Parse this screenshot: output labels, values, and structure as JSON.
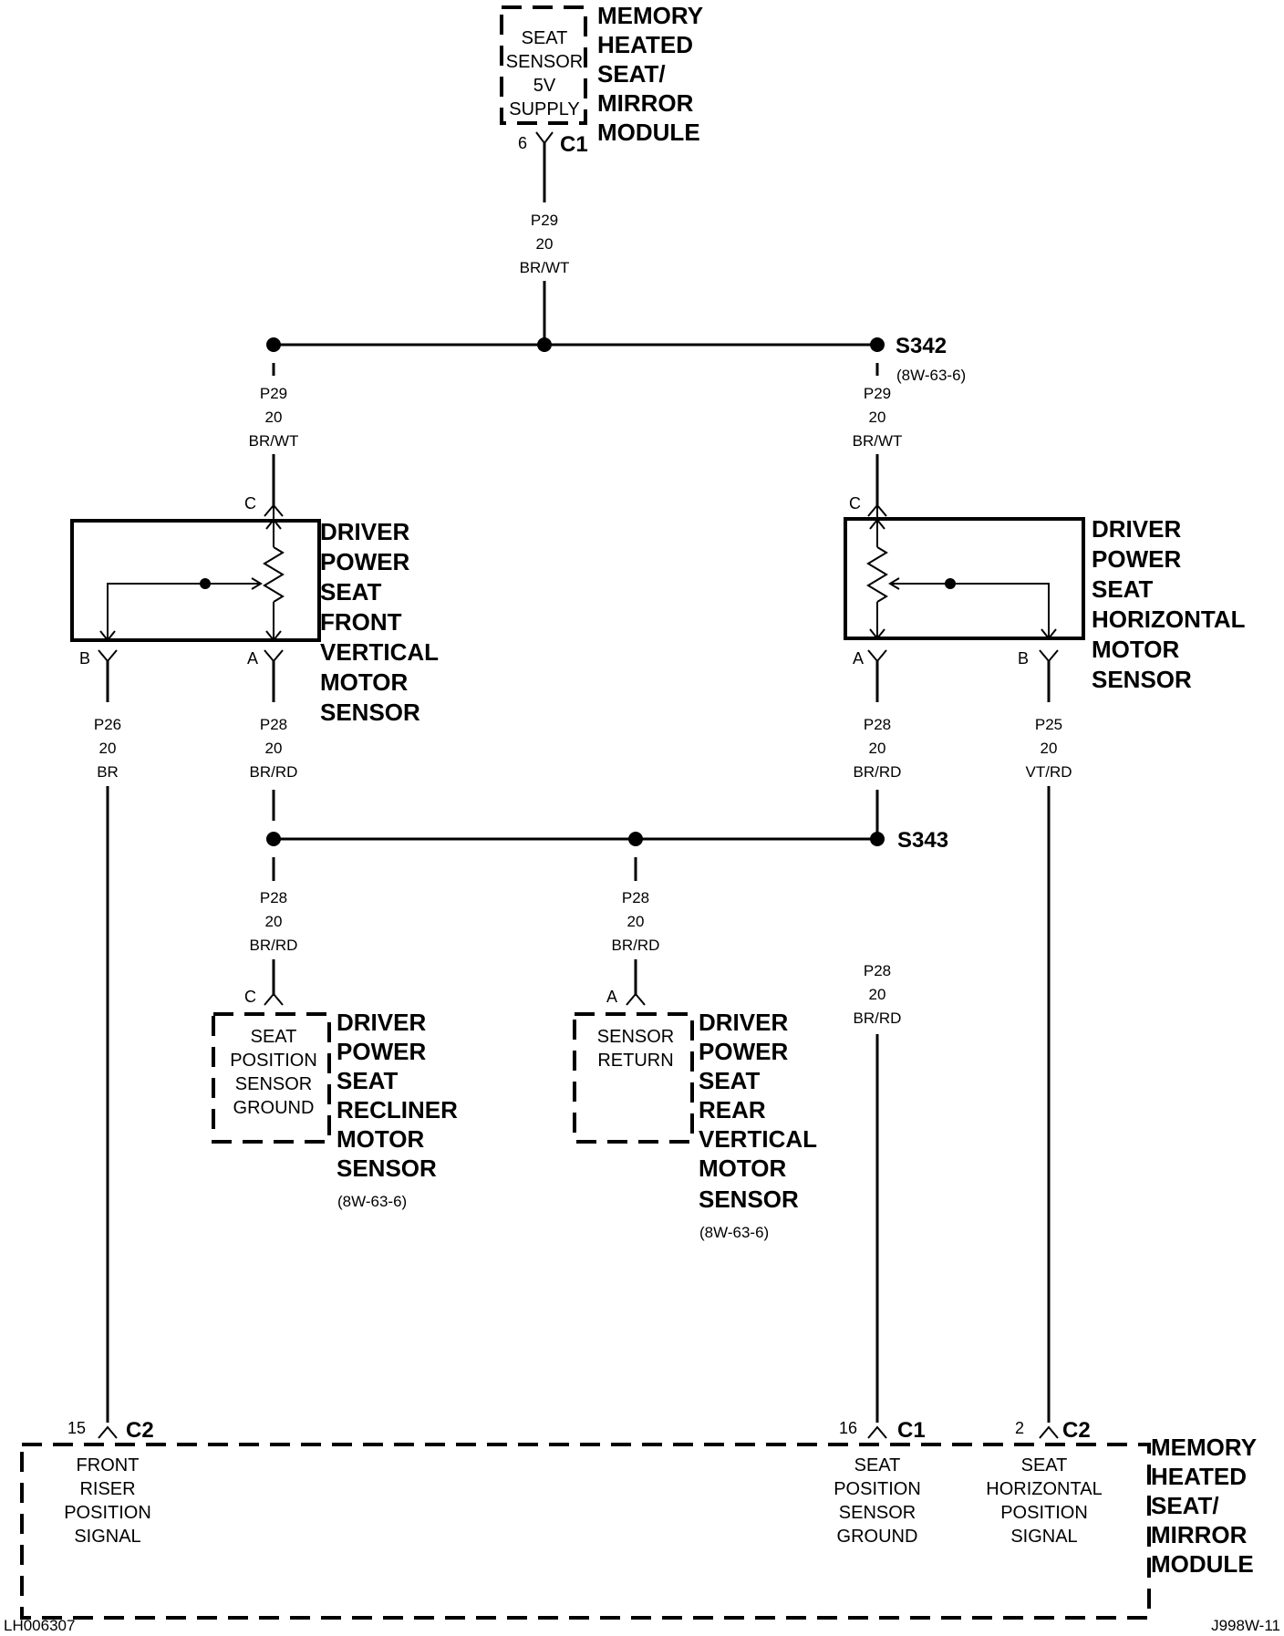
{
  "top_module": {
    "inner": [
      "SEAT",
      "SENSOR",
      "5V",
      "SUPPLY"
    ],
    "title": [
      "MEMORY",
      "HEATED",
      "SEAT/",
      "MIRROR",
      "MODULE"
    ],
    "pin": "6",
    "connector": "C1"
  },
  "wires": {
    "w_top": [
      "P29",
      "20",
      "BR/WT"
    ],
    "w_left_p29": [
      "P29",
      "20",
      "BR/WT"
    ],
    "w_right_p29": [
      "P29",
      "20",
      "BR/WT"
    ],
    "w_p26": [
      "P26",
      "20",
      "BR"
    ],
    "w_left_p28": [
      "P28",
      "20",
      "BR/RD"
    ],
    "w_right_p28": [
      "P28",
      "20",
      "BR/RD"
    ],
    "w_p25": [
      "P25",
      "20",
      "VT/RD"
    ],
    "w_recl_p28": [
      "P28",
      "20",
      "BR/RD"
    ],
    "w_rear_p28": [
      "P28",
      "20",
      "BR/RD"
    ],
    "w_s343_p28": [
      "P28",
      "20",
      "BR/RD"
    ]
  },
  "splices": {
    "s342": "S342",
    "s342_ref": "(8W-63-6)",
    "s343": "S343"
  },
  "front_vertical_sensor": {
    "title": [
      "DRIVER",
      "POWER",
      "SEAT",
      "FRONT",
      "VERTICAL",
      "MOTOR",
      "SENSOR"
    ],
    "pins": {
      "c": "C",
      "b": "B",
      "a": "A"
    }
  },
  "horizontal_sensor": {
    "title": [
      "DRIVER",
      "POWER",
      "SEAT",
      "HORIZONTAL",
      "MOTOR",
      "SENSOR"
    ],
    "pins": {
      "c": "C",
      "a": "A",
      "b": "B"
    }
  },
  "recliner_sensor": {
    "inner": [
      "SEAT",
      "POSITION",
      "SENSOR",
      "GROUND"
    ],
    "title": [
      "DRIVER",
      "POWER",
      "SEAT",
      "RECLINER",
      "MOTOR",
      "SENSOR"
    ],
    "ref": "(8W-63-6)",
    "pin": "C"
  },
  "rear_vertical_sensor": {
    "inner": [
      "SENSOR",
      "RETURN"
    ],
    "title": [
      "DRIVER",
      "POWER",
      "SEAT",
      "REAR",
      "VERTICAL",
      "MOTOR",
      "SENSOR"
    ],
    "ref": "(8W-63-6)",
    "pin": "A"
  },
  "bottom_module": {
    "title": [
      "MEMORY",
      "HEATED",
      "SEAT/",
      "MIRROR",
      "MODULE"
    ],
    "conn1": {
      "pin": "15",
      "connector": "C2",
      "label": [
        "FRONT",
        "RISER",
        "POSITION",
        "SIGNAL"
      ]
    },
    "conn2": {
      "pin": "16",
      "connector": "C1",
      "label": [
        "SEAT",
        "POSITION",
        "SENSOR",
        "GROUND"
      ]
    },
    "conn3": {
      "pin": "2",
      "connector": "C2",
      "label": [
        "SEAT",
        "HORIZONTAL",
        "POSITION",
        "SIGNAL"
      ]
    }
  },
  "footer": {
    "left": "LH006307",
    "right": "J998W-11"
  }
}
